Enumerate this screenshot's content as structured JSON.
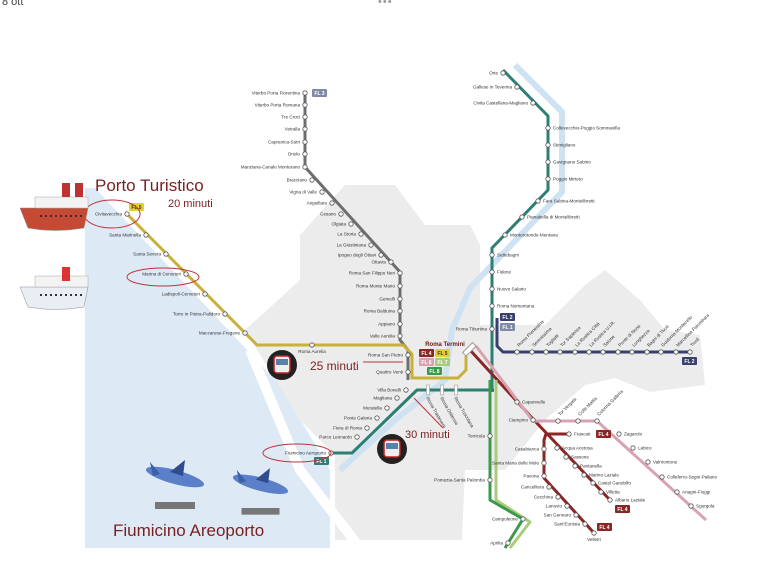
{
  "header": {
    "date": "8 ott",
    "menu": "•••"
  },
  "colors": {
    "fl1": "#2c7f72",
    "fl2": "#3b3f6e",
    "fl3": "#6d6e71",
    "fl4": "#8b2626",
    "fl5": "#c8b13a",
    "fl6": "#d9a2b2",
    "fl7": "#a9cb7c",
    "fl8": "#3a9a4a",
    "annotation": "#7a1f1f",
    "sea": "#dde9f5",
    "land": "#ececec"
  },
  "lines": {
    "fl3": {
      "badge": "FL 3",
      "stations": [
        "Viterbo Porta Fiorentina",
        "Viterbo Porta Romana",
        "Tre Croci",
        "Vetralla",
        "Capranica-Sutri",
        "Oriolo",
        "Manziana-Canale Monterano",
        "Bracciano",
        "Vigna di Valle",
        "Anguillara",
        "Cesano",
        "Olgiata",
        "La Storta",
        "La Giustiniana",
        "Ipogeo degli Ottavi",
        "Ottavia",
        "Roma San Filippo Neri",
        "Roma Monte Mario",
        "Gemelli",
        "Roma Balduina",
        "Appiano",
        "Valle Aurelia",
        "Roma San Pietro",
        "Quattro Venti"
      ]
    },
    "fl5": {
      "badge": "FL 5",
      "stations": [
        "Civitavecchia",
        "Santa Marinella",
        "Santa Severa",
        "Marina di Cerveteri",
        "Ladispoli-Cerveteri",
        "Torre in Pietra-Palidoro",
        "Maccarese-Fregene",
        "Roma Aurelia"
      ]
    },
    "fl1_south": {
      "badge": "FL 1",
      "stations": [
        "Fiumicino Aeroporto",
        "Parco Leonardo",
        "Fiera di Roma",
        "Ponte Galeria",
        "Muratella",
        "Magliana",
        "Villa Bonelli"
      ]
    },
    "fl1_north": {
      "badge": "FL 1",
      "stations": [
        "Orte",
        "Gallese in Teverina",
        "Civita Castellana-Magliano",
        "Collevecchio-Poggio Sommavilla",
        "Stimigliano",
        "Gavignano Sabino",
        "Poggio Mirteto",
        "Fara Sabina-Montelibretti",
        "Pianabella di Montelibretti",
        "Monterotondo-Mentana",
        "Settebagni",
        "Fidene",
        "Nuovo Salario",
        "Roma Nomentana",
        "Roma Tiburtina"
      ]
    },
    "fl2": {
      "badge": "FL 2",
      "stations": [
        "Roma Prenestina",
        "Serenissima",
        "Togliatti",
        "Tor Sapienza",
        "La Rustica Città",
        "La Rustica U.I.R.",
        "Salone",
        "Ponte di Nona",
        "Lunghezza",
        "Bagni di Tivoli",
        "Guidonia Montecelio",
        "Marcellina Palombara",
        "Tivoli"
      ]
    },
    "fl4": {
      "badge": "FL 4",
      "stations": [
        "Capannelle",
        "Ciampino",
        "Frascati",
        "Acqua Acetosa",
        "Sassone",
        "Pantanella",
        "Marino Laziale",
        "Castel Gandolfo",
        "Villetta",
        "Albano Laziale",
        "Casabianca",
        "Santa Maria delle Mole",
        "Pavona",
        "Cancelliera",
        "Cecchina",
        "Lanuvio",
        "San Gennaro",
        "Sant'Eurosia",
        "Velletri"
      ]
    },
    "fl6": {
      "badge": "FL 6",
      "stations": [
        "Tor Vergata",
        "Colle Mattia",
        "Colonna Galleria",
        "Zagarolo",
        "Labico",
        "Valmontone",
        "Colleferro-Segni-Paliano",
        "Anagni-Fiuggi",
        "Sgurgola"
      ]
    },
    "fl8": {
      "badge": "FL 8",
      "stations": [
        "Torricola",
        "Pomezia-Santa Palomba",
        "Campoleone",
        "Aprilia"
      ]
    }
  },
  "termini": {
    "name": "Roma Termini",
    "badges": [
      "FL 4",
      "FL 5",
      "FL 6",
      "FL 7",
      "FL 8"
    ],
    "stations": [
      "Roma Trastevere",
      "Roma Ostiense",
      "Roma Tuscolana"
    ]
  },
  "annotations": {
    "port_title": "Porto Turistico",
    "port_time": "20 minuti",
    "aurelia_time": "25 minuti",
    "airport_time": "30 minuti",
    "airport_title": "Fiumicino Areoporto"
  }
}
